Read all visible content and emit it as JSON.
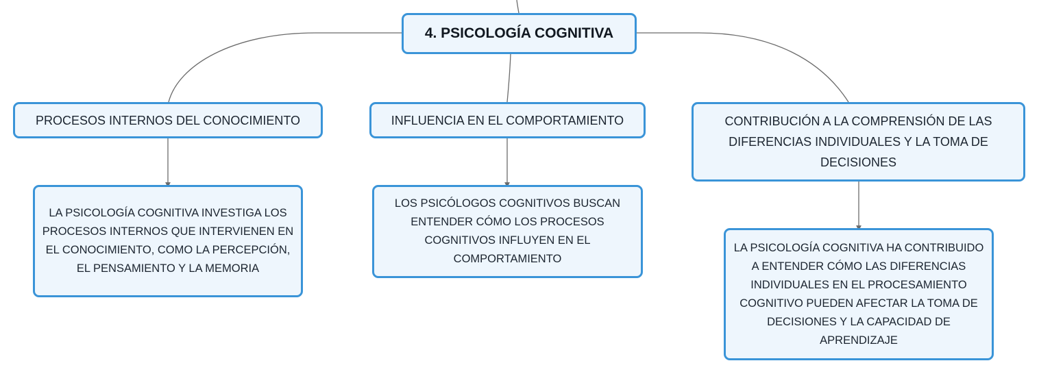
{
  "central_topic": {
    "label": "4. PSICOLOGÍA COGNITIVA"
  },
  "branches": [
    {
      "title": "PROCESOS INTERNOS DEL CONOCIMIENTO",
      "detail": "LA PSICOLOGÍA COGNITIVA INVESTIGA LOS PROCESOS INTERNOS QUE INTERVIENEN EN EL CONOCIMIENTO, COMO LA PERCEPCIÓN, EL PENSAMIENTO Y LA MEMORIA"
    },
    {
      "title": "INFLUENCIA EN EL COMPORTAMIENTO",
      "detail": "LOS PSICÓLOGOS COGNITIVOS BUSCAN ENTENDER CÓMO LOS PROCESOS COGNITIVOS INFLUYEN EN EL COMPORTAMIENTO"
    },
    {
      "title": "CONTRIBUCIÓN A LA COMPRENSIÓN DE LAS DIFERENCIAS INDIVIDUALES Y LA TOMA DE DECISIONES",
      "detail": "LA PSICOLOGÍA COGNITIVA HA CONTRIBUIDO A ENTENDER CÓMO LAS DIFERENCIAS INDIVIDUALES EN EL PROCESAMIENTO COGNITIVO PUEDEN AFECTAR LA TOMA DE DECISIONES Y LA CAPACIDAD DE APRENDIZAJE"
    }
  ],
  "colors": {
    "node_border": "#3a94d8",
    "node_fill": "#eef6fd",
    "connector": "#6b6b6b"
  }
}
